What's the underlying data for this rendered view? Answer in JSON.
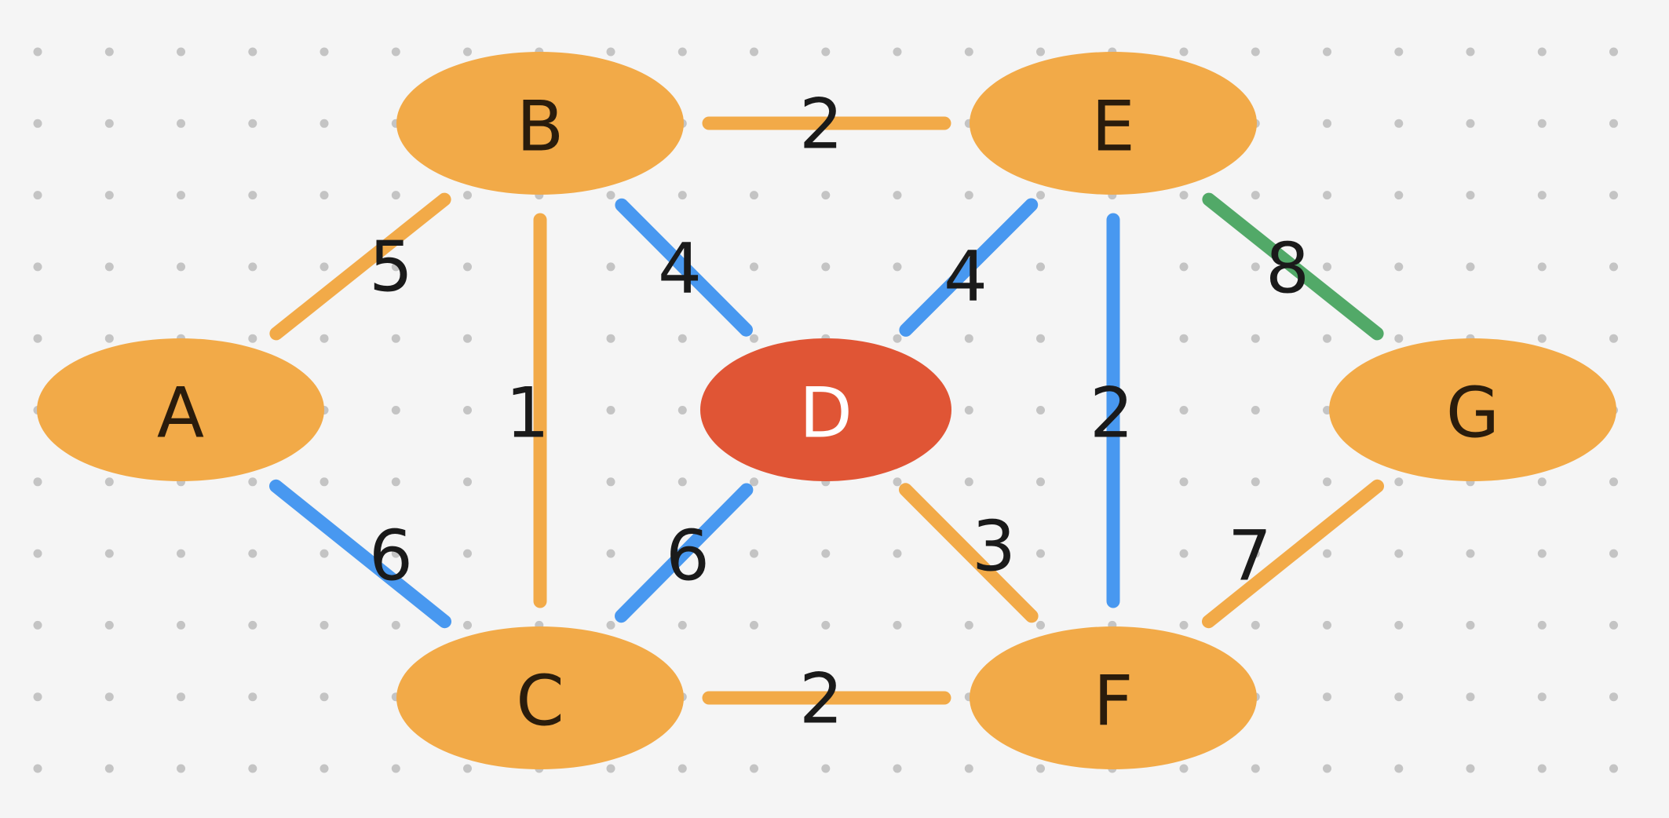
{
  "colors": {
    "background": "#f5f5f5",
    "grid_dot": "#c4c4c4",
    "node_default": "#f2aa48",
    "node_highlight": "#e05535",
    "label_dark": "#2a1c0c",
    "label_light": "#ffffff",
    "edge_default": "#f2aa48",
    "edge_blue": "#4898f0",
    "edge_green": "#52a968"
  },
  "nodes": [
    {
      "id": "A",
      "label": "A",
      "state": "default"
    },
    {
      "id": "B",
      "label": "B",
      "state": "default"
    },
    {
      "id": "C",
      "label": "C",
      "state": "default"
    },
    {
      "id": "D",
      "label": "D",
      "state": "highlight"
    },
    {
      "id": "E",
      "label": "E",
      "state": "default"
    },
    {
      "id": "F",
      "label": "F",
      "state": "default"
    },
    {
      "id": "G",
      "label": "G",
      "state": "default"
    }
  ],
  "edges": [
    {
      "from": "A",
      "to": "B",
      "weight": "5",
      "color": "edge_default"
    },
    {
      "from": "A",
      "to": "C",
      "weight": "6",
      "color": "edge_blue"
    },
    {
      "from": "B",
      "to": "C",
      "weight": "1",
      "color": "edge_default"
    },
    {
      "from": "B",
      "to": "D",
      "weight": "4",
      "color": "edge_blue"
    },
    {
      "from": "B",
      "to": "E",
      "weight": "2",
      "color": "edge_default"
    },
    {
      "from": "C",
      "to": "D",
      "weight": "6",
      "color": "edge_blue"
    },
    {
      "from": "C",
      "to": "F",
      "weight": "2",
      "color": "edge_default"
    },
    {
      "from": "D",
      "to": "E",
      "weight": "4",
      "color": "edge_blue"
    },
    {
      "from": "D",
      "to": "F",
      "weight": "3",
      "color": "edge_default"
    },
    {
      "from": "E",
      "to": "F",
      "weight": "2",
      "color": "edge_blue"
    },
    {
      "from": "E",
      "to": "G",
      "weight": "8",
      "color": "edge_green"
    },
    {
      "from": "F",
      "to": "G",
      "weight": "7",
      "color": "edge_default"
    }
  ]
}
